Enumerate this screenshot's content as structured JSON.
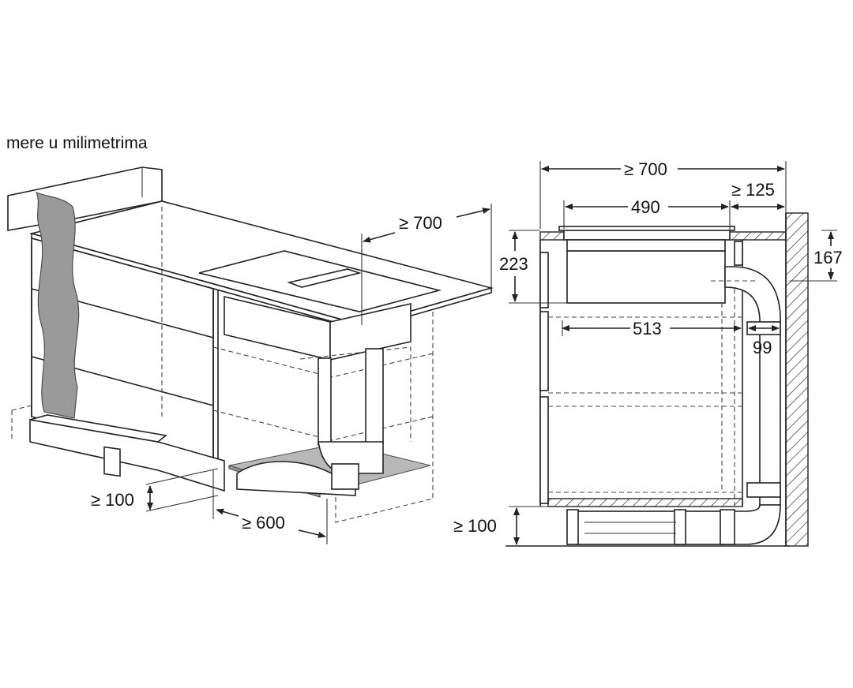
{
  "units_label": "mere u milimetrima",
  "left_view": {
    "dim_depth": "≥ 700",
    "dim_plinth": "≥ 100",
    "dim_width": "≥ 600"
  },
  "right_view": {
    "dim_total_depth": "≥ 700",
    "dim_wall_gap": "≥ 125",
    "dim_cutout": "490",
    "dim_height": "223",
    "dim_depth_167": "167",
    "dim_inner": "513",
    "dim_duct": "99",
    "dim_plinth": "≥ 100"
  }
}
